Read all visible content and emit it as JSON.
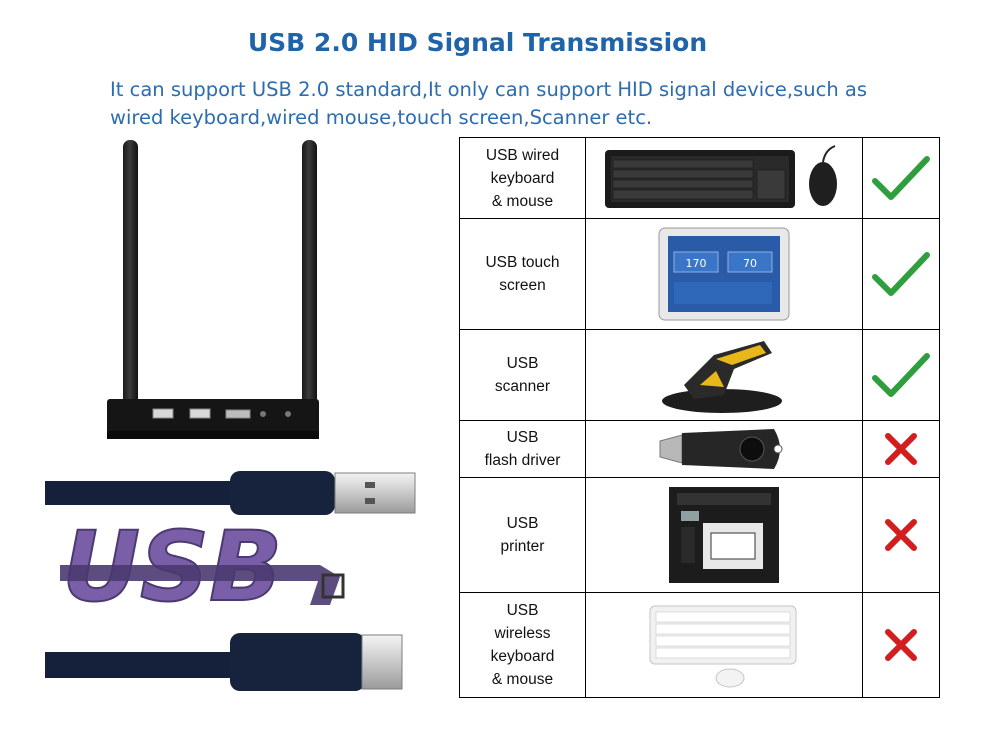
{
  "header": {
    "title": "USB 2.0 HID Signal Transmission",
    "subtitle_lines": [
      "It can support USB 2.0 standard,It only can support HID signal device,such as",
      "wired keyboard,wired mouse,touch screen,Scanner etc."
    ]
  },
  "illustration": {
    "logo_text": "USB",
    "touch_screen_readings": [
      "170",
      "70"
    ]
  },
  "colors": {
    "title": "#1f63a8",
    "text": "#2c6cb0",
    "supported": "#2e9e3e",
    "unsupported": "#d21e1e",
    "usb_logo": "#7a5fa8"
  },
  "devices": [
    {
      "label_lines": [
        "USB wired",
        "keyboard",
        "& mouse"
      ],
      "supported": true,
      "mark_icon": "check-icon",
      "image_icon": "keyboard-mouse-icon"
    },
    {
      "label_lines": [
        "USB touch",
        "screen"
      ],
      "supported": true,
      "mark_icon": "check-icon",
      "image_icon": "touch-screen-icon"
    },
    {
      "label_lines": [
        "USB",
        "scanner"
      ],
      "supported": true,
      "mark_icon": "check-icon",
      "image_icon": "barcode-scanner-icon"
    },
    {
      "label_lines": [
        "USB",
        "flash driver"
      ],
      "supported": false,
      "mark_icon": "cross-icon",
      "image_icon": "flash-drive-icon"
    },
    {
      "label_lines": [
        "USB",
        "printer"
      ],
      "supported": false,
      "mark_icon": "cross-icon",
      "image_icon": "printer-icon"
    },
    {
      "label_lines": [
        "USB",
        "wireless",
        "keyboard",
        "& mouse"
      ],
      "supported": false,
      "mark_icon": "cross-icon",
      "image_icon": "wireless-keyboard-icon"
    }
  ]
}
